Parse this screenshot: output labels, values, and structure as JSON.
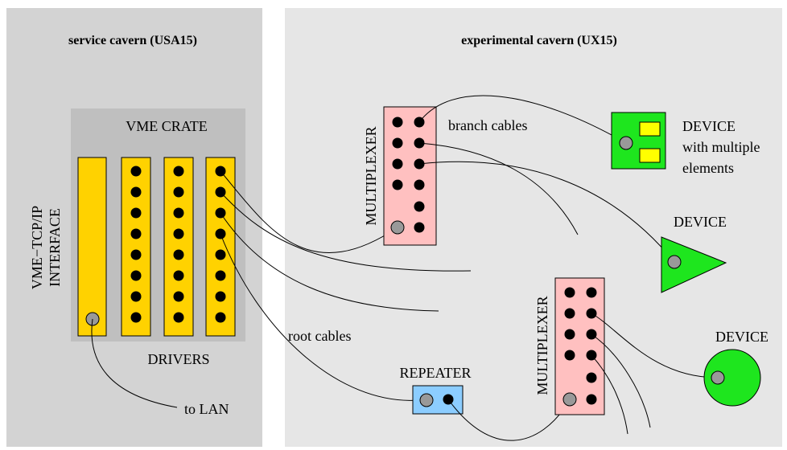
{
  "regions": {
    "service_title": "service cavern (USA15)",
    "experimental_title": "experimental cavern (UX15)"
  },
  "crate": {
    "title": "VME CRATE",
    "drivers_label": "DRIVERS",
    "interface_label_line1": "VME−TCP/IP",
    "interface_label_line2": "INTERFACE"
  },
  "labels": {
    "to_lan": "to LAN",
    "root_cables": "root cables",
    "branch_cables": "branch cables",
    "repeater": "REPEATER",
    "multiplexer_top": "MULTIPLEXER",
    "multiplexer_bottom": "MULTIPLEXER"
  },
  "devices": {
    "multi_line1": "DEVICE",
    "multi_line2": "with multiple",
    "multi_line3": "elements",
    "triangle": "DEVICE",
    "circle": "DEVICE"
  },
  "colors": {
    "service_bg": "#d3d3d3",
    "experimental_bg": "#e6e6e6",
    "crate_bg": "#bfbfbf",
    "module_yellow": "#ffd200",
    "multiplexer_pink": "#ffc0c0",
    "repeater_blue": "#8ccdff",
    "device_green": "#1ee61e",
    "element_yellow": "#ffff00"
  }
}
